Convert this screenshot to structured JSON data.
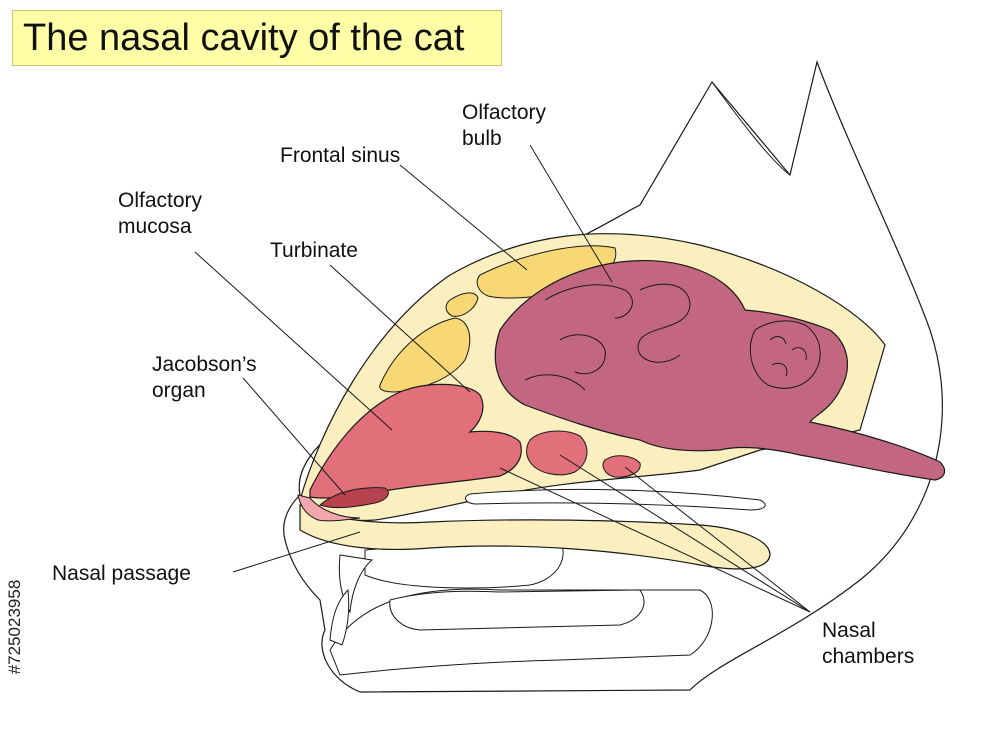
{
  "title": "The nasal cavity of the cat",
  "labels": {
    "olfactory_bulb": [
      "Olfactory",
      "bulb"
    ],
    "frontal_sinus": "Frontal sinus",
    "olfactory_mucosa": [
      "Olfactory",
      "mucosa"
    ],
    "turbinate": "Turbinate",
    "jacobsons_organ": [
      "Jacobson’s",
      "organ"
    ],
    "nasal_passage": "Nasal passage",
    "nasal_chambers": [
      "Nasal",
      "chambers"
    ]
  },
  "watermark": "#725023958",
  "colors": {
    "bone": "#fbefc0",
    "sinus": "#f7d874",
    "brain": "#c2677f",
    "mucosa": "#e2707a",
    "jacobson": "#b8434f",
    "outline": "#1a1a1a",
    "title_bg": "#ffffa8"
  }
}
